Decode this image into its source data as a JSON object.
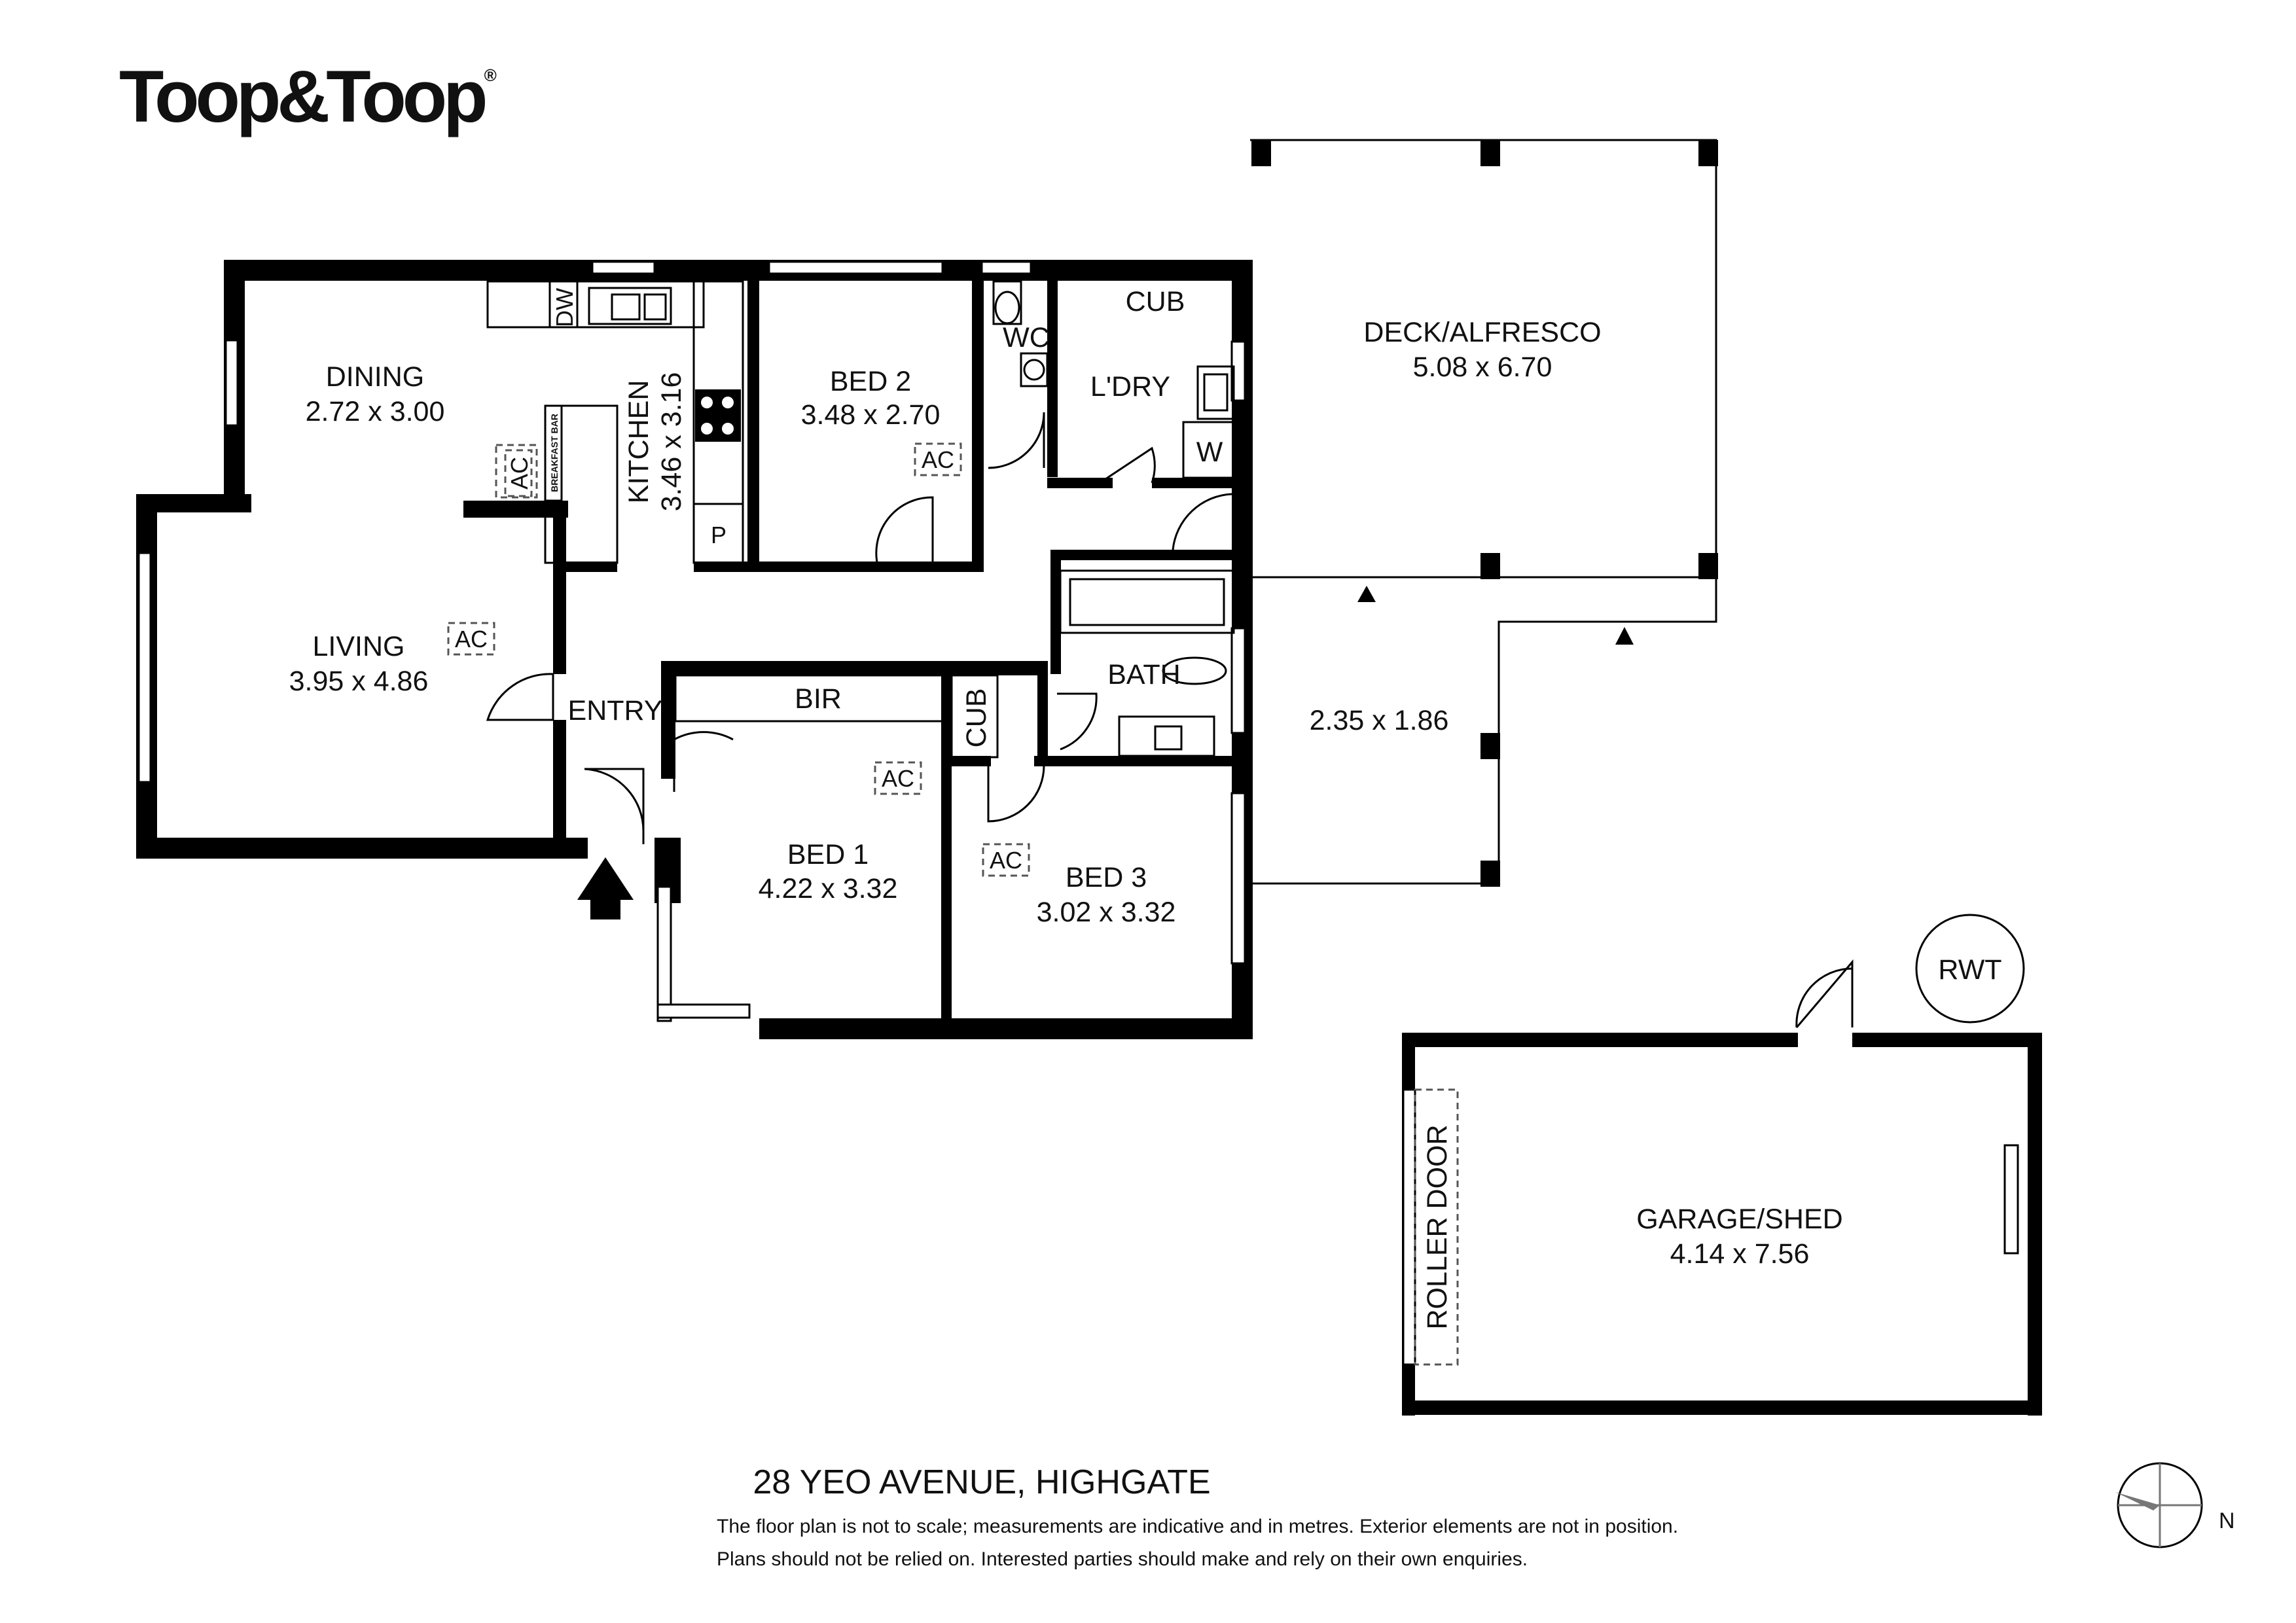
{
  "brand": {
    "name": "Toop&Toop",
    "reg": "®"
  },
  "rooms": {
    "dining": {
      "name": "DINING",
      "size": "2.72 x 3.00"
    },
    "kitchen": {
      "name": "KITCHEN",
      "size": "3.46 x 3.16"
    },
    "bed2": {
      "name": "BED 2",
      "size": "3.48 x 2.70"
    },
    "wc": {
      "name": "WC"
    },
    "cub_top": {
      "name": "CUB"
    },
    "laundry": {
      "name": "L'DRY"
    },
    "w": {
      "name": "W"
    },
    "deck": {
      "name": "DECK/ALFRESCO",
      "size": "5.08 x 6.70"
    },
    "living": {
      "name": "LIVING",
      "size": "3.95 x 4.86"
    },
    "entry": {
      "name": "ENTRY"
    },
    "bir": {
      "name": "BIR"
    },
    "cub_mid": {
      "name": "CUB"
    },
    "bath": {
      "name": "BATH"
    },
    "patio": {
      "size": "2.35 x 1.86"
    },
    "bed1": {
      "name": "BED 1",
      "size": "4.22 x 3.32"
    },
    "bed3": {
      "name": "BED 3",
      "size": "3.02 x 3.32"
    },
    "garage": {
      "name": "GARAGE/SHED",
      "size": "4.14 x 7.56"
    },
    "rwt": {
      "name": "RWT"
    },
    "roller": {
      "name": "ROLLER DOOR"
    }
  },
  "fixtures": {
    "ac": "AC",
    "dw": "DW",
    "pantry": "P",
    "breakfast_bar": "BREAKFAST BAR"
  },
  "address": "28 YEO AVENUE, HIGHGATE",
  "disclaimer": {
    "line1": "The floor plan is not to scale; measurements are indicative and in metres. Exterior elements are not in position.",
    "line2": "Plans should not be relied on. Interested parties should make and rely on their own enquiries."
  },
  "compass": {
    "label": "N"
  }
}
